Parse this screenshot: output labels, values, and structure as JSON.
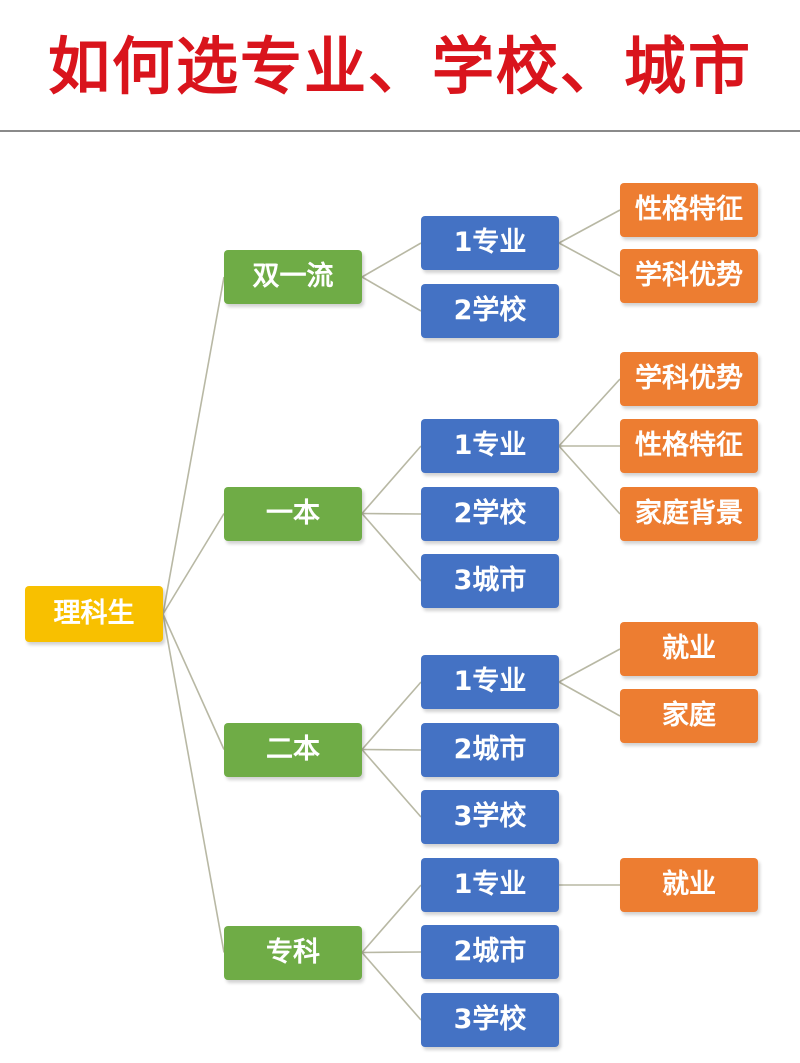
{
  "title": "如何选专业、学校、城市",
  "colors": {
    "title": "#d9141c",
    "root": "#f8c000",
    "level1": "#6fac46",
    "level2": "#4472c4",
    "level3": "#ed7d31",
    "line": "#b8b8a4"
  },
  "tree": {
    "label": "理科生",
    "children": [
      {
        "label": "双一流",
        "children": [
          {
            "label": "1专业",
            "children": [
              {
                "label": "性格特征"
              },
              {
                "label": "学科优势"
              }
            ]
          },
          {
            "label": "2学校",
            "children": []
          }
        ]
      },
      {
        "label": "一本",
        "children": [
          {
            "label": "1专业",
            "children": [
              {
                "label": "学科优势"
              },
              {
                "label": "性格特征"
              },
              {
                "label": "家庭背景"
              }
            ]
          },
          {
            "label": "2学校",
            "children": []
          },
          {
            "label": "3城市",
            "children": []
          }
        ]
      },
      {
        "label": "二本",
        "children": [
          {
            "label": "1专业",
            "children": [
              {
                "label": "就业"
              },
              {
                "label": "家庭"
              }
            ]
          },
          {
            "label": "2城市",
            "children": []
          },
          {
            "label": "3学校",
            "children": []
          }
        ]
      },
      {
        "label": "专科",
        "children": [
          {
            "label": "1专业",
            "children": [
              {
                "label": "就业"
              }
            ]
          },
          {
            "label": "2城市",
            "children": []
          },
          {
            "label": "3学校",
            "children": []
          }
        ]
      }
    ]
  }
}
